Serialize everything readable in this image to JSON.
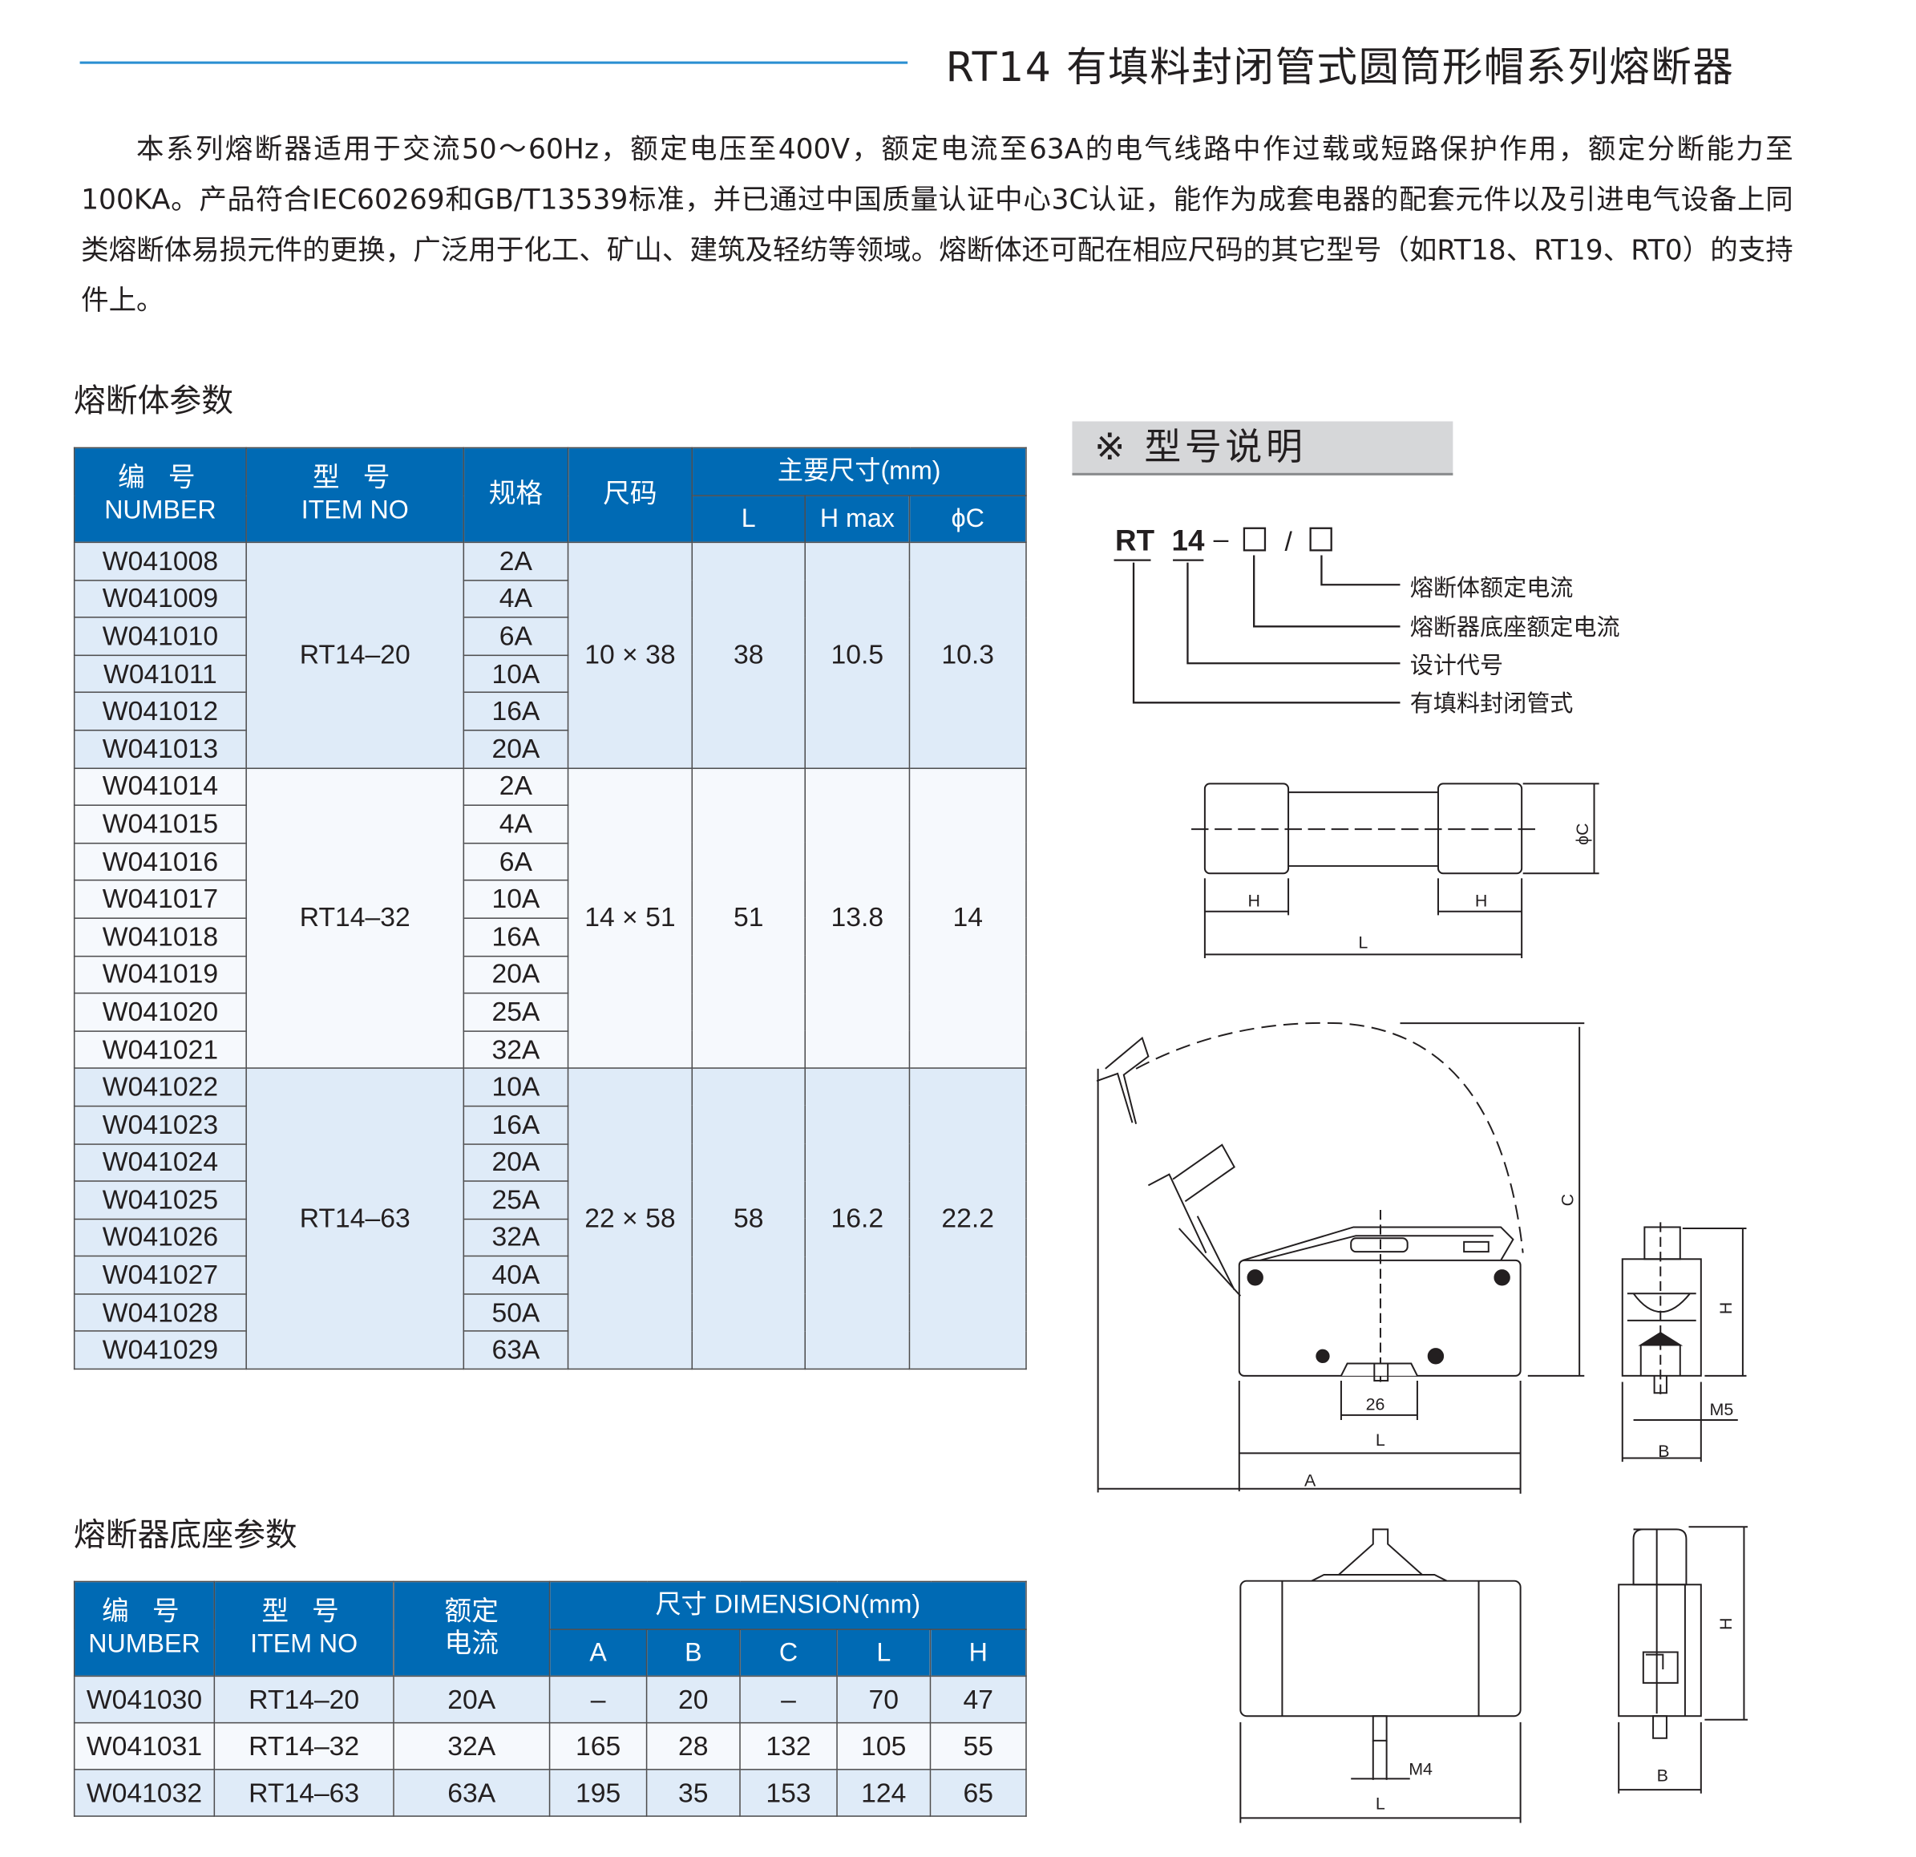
{
  "title": "RT14 有填料封闭管式圆筒形帽系列熔断器",
  "intro": "本系列熔断器适用于交流50～60Hz，额定电压至400V，额定电流至63A的电气线路中作过载或短路保护作用，额定分断能力至100KA。产品符合IEC60269和GB/T13539标准，并已通过中国质量认证中心3C认证，能作为成套电器的配套元件以及引进电气设备上同类熔断体易损元件的更换，广泛用于化工、矿山、建筑及轻纺等领域。熔断体还可配在相应尺码的其它型号（如RT18、RT19、RT0）的支持件上。",
  "colors": {
    "header_blue": "#006ab4",
    "row_blue": "#dfebf8",
    "rule_blue": "#2b8fd2",
    "panel_gray": "#d6d7d9"
  },
  "fuse_table": {
    "heading": "熔断体参数",
    "headers": {
      "number_cn": "编 号",
      "number_en": "NUMBER",
      "item_cn": "型 号",
      "item_en": "ITEM NO",
      "spec": "规格",
      "size": "尺码",
      "main_dims": "主要尺寸(mm)",
      "L": "L",
      "Hmax": "H max",
      "phiC": "ϕC"
    },
    "groups": [
      {
        "item": "RT14–20",
        "size": "10 × 38",
        "L": "38",
        "Hmax": "10.5",
        "phiC": "10.3",
        "rows": [
          {
            "number": "W041008",
            "spec": "2A"
          },
          {
            "number": "W041009",
            "spec": "4A"
          },
          {
            "number": "W041010",
            "spec": "6A"
          },
          {
            "number": "W041011",
            "spec": "10A"
          },
          {
            "number": "W041012",
            "spec": "16A"
          },
          {
            "number": "W041013",
            "spec": "20A"
          }
        ]
      },
      {
        "item": "RT14–32",
        "size": "14 × 51",
        "L": "51",
        "Hmax": "13.8",
        "phiC": "14",
        "rows": [
          {
            "number": "W041014",
            "spec": "2A"
          },
          {
            "number": "W041015",
            "spec": "4A"
          },
          {
            "number": "W041016",
            "spec": "6A"
          },
          {
            "number": "W041017",
            "spec": "10A"
          },
          {
            "number": "W041018",
            "spec": "16A"
          },
          {
            "number": "W041019",
            "spec": "20A"
          },
          {
            "number": "W041020",
            "spec": "25A"
          },
          {
            "number": "W041021",
            "spec": "32A"
          }
        ]
      },
      {
        "item": "RT14–63",
        "size": "22 × 58",
        "L": "58",
        "Hmax": "16.2",
        "phiC": "22.2",
        "rows": [
          {
            "number": "W041022",
            "spec": "10A"
          },
          {
            "number": "W041023",
            "spec": "16A"
          },
          {
            "number": "W041024",
            "spec": "20A"
          },
          {
            "number": "W041025",
            "spec": "25A"
          },
          {
            "number": "W041026",
            "spec": "32A"
          },
          {
            "number": "W041027",
            "spec": "40A"
          },
          {
            "number": "W041028",
            "spec": "50A"
          },
          {
            "number": "W041029",
            "spec": "63A"
          }
        ]
      }
    ]
  },
  "base_table": {
    "heading": "熔断器底座参数",
    "headers": {
      "number_cn": "编 号",
      "number_en": "NUMBER",
      "item_cn": "型 号",
      "item_en": "ITEM NO",
      "rated_1": "额定",
      "rated_2": "电流",
      "dims": "尺寸 DIMENSION(mm)",
      "A": "A",
      "B": "B",
      "C": "C",
      "L": "L",
      "H": "H"
    },
    "rows": [
      {
        "number": "W041030",
        "item": "RT14–20",
        "rated": "20A",
        "A": "–",
        "B": "20",
        "C": "–",
        "L": "70",
        "H": "47"
      },
      {
        "number": "W041031",
        "item": "RT14–32",
        "rated": "32A",
        "A": "165",
        "B": "28",
        "C": "132",
        "L": "105",
        "H": "55"
      },
      {
        "number": "W041032",
        "item": "RT14–63",
        "rated": "63A",
        "A": "195",
        "B": "35",
        "C": "153",
        "L": "124",
        "H": "65"
      }
    ]
  },
  "model": {
    "heading": "※ 型号说明",
    "code_rt": "RT",
    "code_14": "14",
    "code_dash": "–",
    "code_slash": "/",
    "labels": [
      "熔断体额定电流",
      "熔断器底座额定电流",
      "设计代号",
      "有填料封闭管式"
    ]
  },
  "drawings": {
    "fuse": {
      "H1": "H",
      "H2": "H",
      "L": "L",
      "phiC": "ϕC"
    },
    "base_large": {
      "d26": "26",
      "L": "L",
      "A": "A",
      "C": "C",
      "H": "H",
      "M5": "M5",
      "B": "B"
    },
    "base_small": {
      "M4": "M4",
      "L": "L",
      "H": "H",
      "B": "B"
    }
  }
}
